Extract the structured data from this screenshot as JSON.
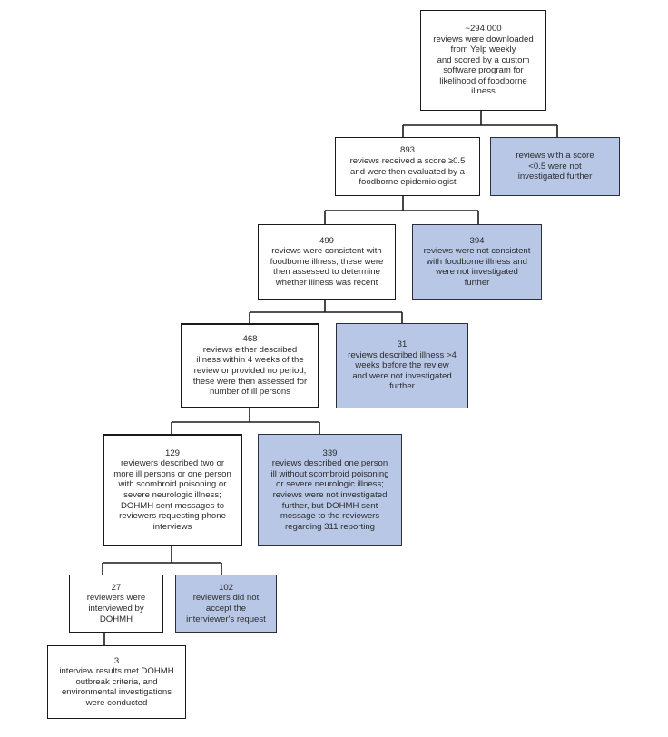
{
  "colors": {
    "included_fill": "#ffffff",
    "excluded_fill": "#b8c7e6",
    "border": "#1a1a1a",
    "text": "#2b2b2b"
  },
  "boxes": [
    {
      "id": "downloaded",
      "type": "included",
      "count": "~294,000",
      "text": "reviews were downloaded\nfrom Yelp weekly\nand scored by a custom\nsoftware program for\nlikelihood of foodborne\nillness"
    },
    {
      "id": "scored-high",
      "type": "included",
      "count": "893",
      "text": "reviews received a score ≥0.5\nand were then evaluated by a\nfoodborne epidemiologist"
    },
    {
      "id": "scored-low",
      "type": "excluded",
      "count": "",
      "text": "reviews with a score\n<0.5 were not\ninvestigated further"
    },
    {
      "id": "consistent",
      "type": "included",
      "count": "499",
      "text": "reviews were consistent with\nfoodborne illness; these were\nthen assessed to determine\nwhether illness was recent"
    },
    {
      "id": "not-consistent",
      "type": "excluded",
      "count": "394",
      "text": "reviews were not consistent\nwith foodborne illness and\nwere not investigated\nfurther"
    },
    {
      "id": "recent",
      "type": "included",
      "count": "468",
      "text": "reviews either described\nillness within 4 weeks of the\nreview or provided no period;\nthese were then assessed for\nnumber of ill persons"
    },
    {
      "id": "not-recent",
      "type": "excluded",
      "count": "31",
      "text": "reviews described illness >4\nweeks before the review\nand were not investigated\nfurther"
    },
    {
      "id": "multiple-ill",
      "type": "included",
      "count": "129",
      "text": "reviewers described two or\nmore ill persons or one person\nwith scombroid poisoning or\nsevere neurologic illness;\nDOHMH sent messages to\nreviewers requesting phone\ninterviews"
    },
    {
      "id": "one-ill",
      "type": "excluded",
      "count": "339",
      "text": "reviews described one person\nill without scombroid poisoning\nor severe neurologic illness;\nreviews were not investigated\nfurther, but DOHMH sent\nmessage to the reviewers\nregarding 311 reporting"
    },
    {
      "id": "interviewed",
      "type": "included",
      "count": "27",
      "text": "reviewers were\ninterviewed by\nDOHMH"
    },
    {
      "id": "declined",
      "type": "excluded",
      "count": "102",
      "text": "reviewers did not\naccept the\ninterviewer's request"
    },
    {
      "id": "outbreak",
      "type": "included",
      "count": "3",
      "text": "interview results met DOHMH\noutbreak criteria, and\nenvironmental investigations\nwere conducted"
    }
  ]
}
